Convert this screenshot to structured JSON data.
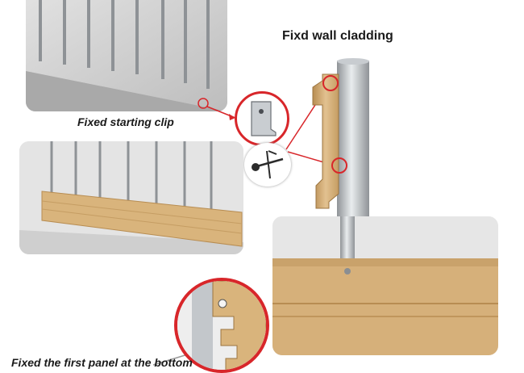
{
  "labels": {
    "title": "Fixd wall cladding",
    "starting_clip": "Fixed starting clip",
    "first_panel": "Fixed the first panel at the bottom"
  },
  "colors": {
    "wood": "#d9b47c",
    "wood_dark": "#b88d52",
    "rail": "#b9bdc1",
    "wall": "#d6d6d6",
    "highlight_red": "#d8262a"
  },
  "icons": [
    "starting-clip-icon",
    "screw-icon",
    "rail-icon"
  ]
}
